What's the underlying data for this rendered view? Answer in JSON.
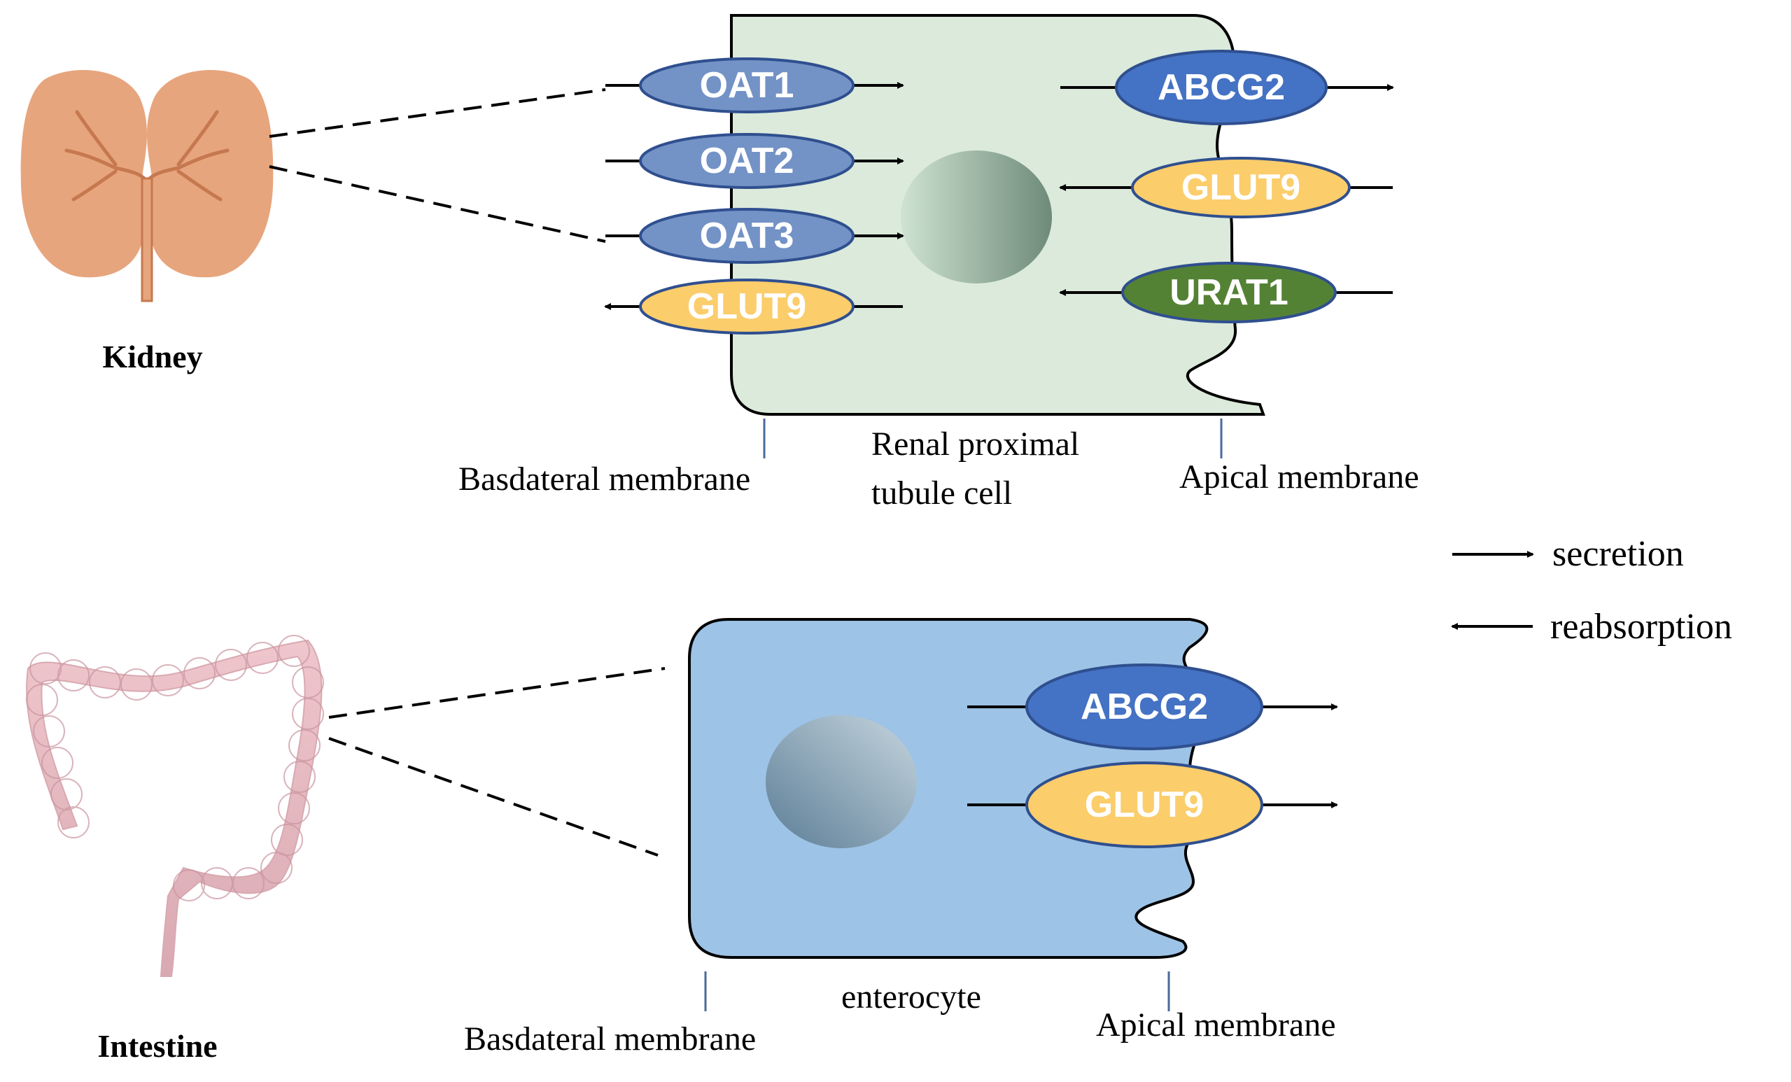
{
  "kidney": {
    "organ_label": "Kidney",
    "cell_label_line1": "Renal proximal",
    "cell_label_line2": "tubule cell",
    "basolateral_label": "Basdateral membrane",
    "apical_label": "Apical membrane",
    "basolateral_transporters": [
      {
        "name": "OAT1",
        "kind": "oat",
        "direction": "secretion"
      },
      {
        "name": "OAT2",
        "kind": "oat",
        "direction": "secretion"
      },
      {
        "name": "OAT3",
        "kind": "oat",
        "direction": "secretion"
      },
      {
        "name": "GLUT9",
        "kind": "glut",
        "direction": "reabsorption"
      }
    ],
    "apical_transporters": [
      {
        "name": "ABCG2",
        "kind": "abcg",
        "direction": "secretion"
      },
      {
        "name": "GLUT9",
        "kind": "glut",
        "direction": "reabsorption"
      },
      {
        "name": "URAT1",
        "kind": "urat",
        "direction": "reabsorption"
      }
    ]
  },
  "intestine": {
    "organ_label": "Intestine",
    "cell_label": "enterocyte",
    "basolateral_label": "Basdateral membrane",
    "apical_label": "Apical membrane",
    "apical_transporters": [
      {
        "name": "ABCG2",
        "kind": "abcg",
        "direction": "secretion"
      },
      {
        "name": "GLUT9",
        "kind": "glut",
        "direction": "secretion"
      }
    ]
  },
  "legend": {
    "secretion": "secretion",
    "reabsorption": "reabsorption"
  },
  "colors": {
    "oat": "#7392c6",
    "glut": "#fbcd6b",
    "abcg": "#4472c4",
    "urat": "#548235",
    "kidney_cell": "#dbeadb",
    "enterocyte": "#9dc3e6",
    "kidney_organ": "#e7a57d",
    "intestine_organ": "#e0b4bd"
  }
}
